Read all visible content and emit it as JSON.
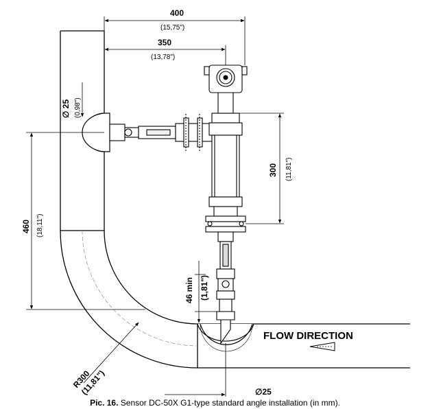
{
  "dimensions": {
    "width_400": "400",
    "width_400_in": "(15,75\")",
    "width_350": "350",
    "width_350_in": "(13,78\")",
    "dia_25_top": "∅ 25",
    "dia_25_top_in": "(0,98\")",
    "height_460": "460",
    "height_460_in": "(18,11\")",
    "height_300": "300",
    "height_300_in": "(11,81\")",
    "min_46": "46 min",
    "min_46_in": "(1,81\")",
    "radius_300": "R300",
    "radius_300_in": "(11,81\")",
    "dia_25_bottom": "∅25"
  },
  "flow_label": "FLOW DIRECTION",
  "caption": {
    "prefix": "Pic. 16.",
    "text": " Sensor DC-50X G1-type standard angle installation (in mm)."
  }
}
